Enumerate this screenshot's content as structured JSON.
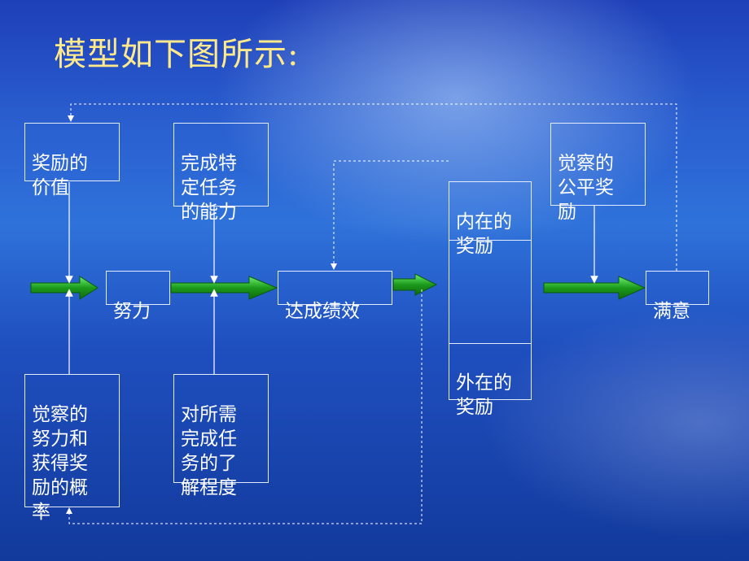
{
  "title": "模型如下图所示:",
  "nodes": {
    "reward_value": "奖励的\n价值",
    "task_ability": "完成特\n定任务\n的能力",
    "effort": "努力",
    "performance": "达成绩效",
    "intrinsic_reward": "内在的\n奖励",
    "extrinsic_reward": "外在的\n奖励",
    "perceived_fair_reward": "觉察的\n公平奖\n励",
    "satisfaction": "满意",
    "perceived_probability": "觉察的\n努力和\n获得奖\n励的概\n率",
    "role_perception": "对所需\n完成任\n务的了\n解程度"
  },
  "colors": {
    "arrow_fill": "#1a8a1a",
    "arrow_highlight": "#3fd43f",
    "line": "#ffffff",
    "title": "#ffe98a"
  }
}
